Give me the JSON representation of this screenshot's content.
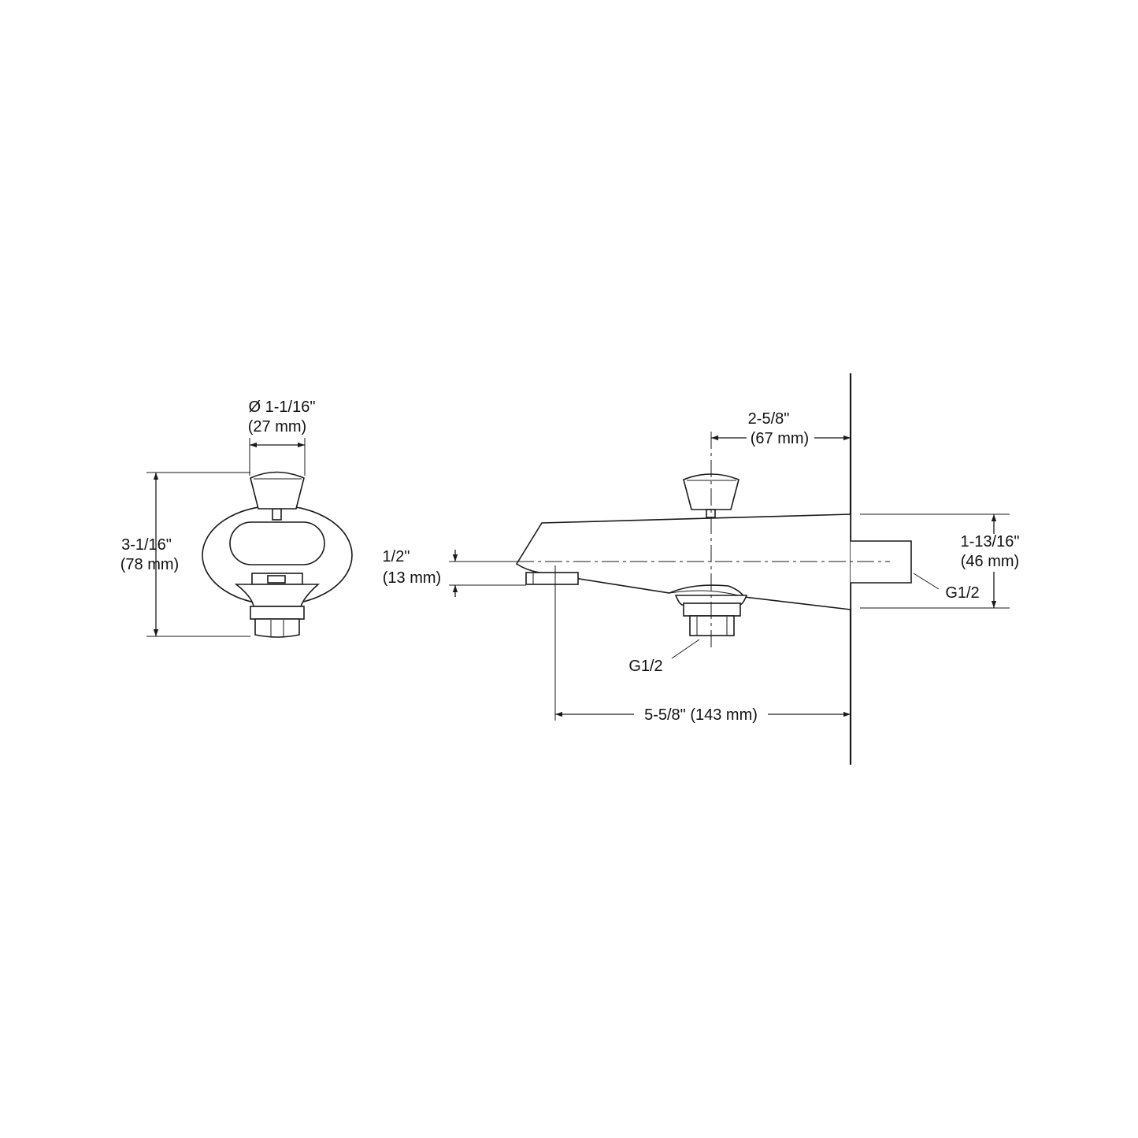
{
  "front_view": {
    "dim_diameter": {
      "line1": "Ø 1-1/16\"",
      "line2": "(27 mm)"
    },
    "dim_height": {
      "line1": "3-1/16\"",
      "line2": "(78 mm)"
    }
  },
  "side_view": {
    "dim_diverter_to_wall": {
      "line1": "2-5/8\"",
      "line2": "(67 mm)"
    },
    "dim_outlet_drop": {
      "line1": "1/2\"",
      "line2": "(13 mm)"
    },
    "dim_body_height": {
      "line1": "1-13/16\"",
      "line2": "(46 mm)"
    },
    "dim_outlet_to_wall": {
      "text": "5-5/8\" (143 mm)"
    },
    "thread_bottom": "G1/2",
    "thread_rear": "G1/2"
  }
}
